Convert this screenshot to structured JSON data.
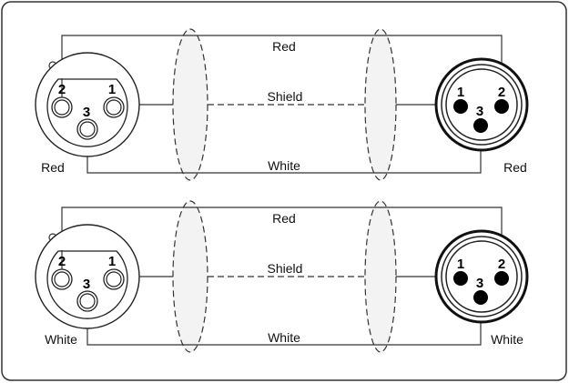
{
  "diagrams": [
    {
      "wire_labels": {
        "top": "Red",
        "middle": "Shield",
        "bottom": "White"
      },
      "left_connector_label": "Red",
      "right_connector_label": "Red",
      "pins": [
        "1",
        "2",
        "3"
      ]
    },
    {
      "wire_labels": {
        "top": "Red",
        "middle": "Shield",
        "bottom": "White"
      },
      "left_connector_label": "White",
      "right_connector_label": "White",
      "pins": [
        "1",
        "2",
        "3"
      ]
    }
  ]
}
